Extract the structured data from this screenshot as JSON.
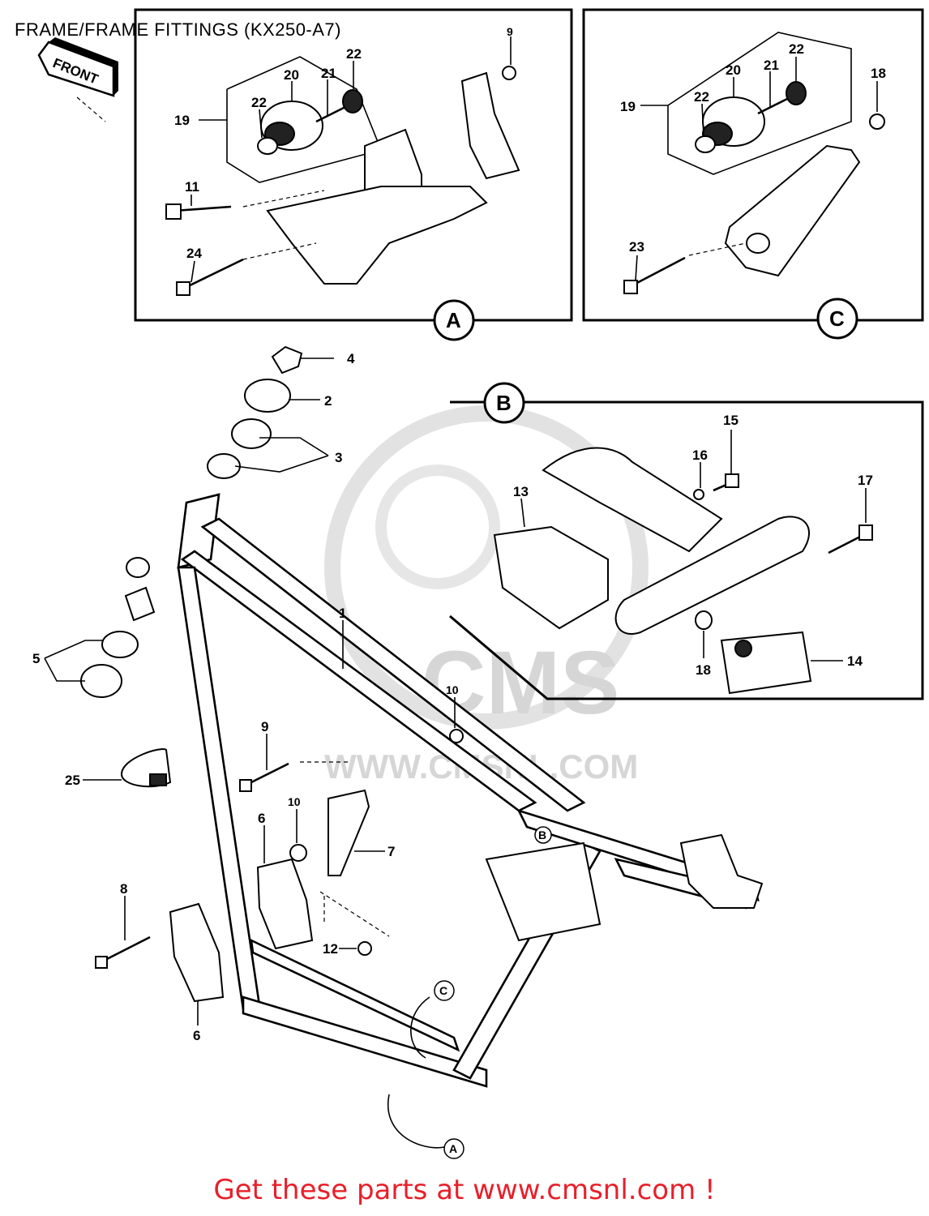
{
  "header": {
    "title": "FRAME/FRAME FITTINGS (KX250-A7)"
  },
  "front_badge": {
    "label": "FRONT"
  },
  "insets": {
    "a": {
      "letter": "A"
    },
    "b": {
      "letter": "B"
    },
    "c": {
      "letter": "C"
    }
  },
  "callouts": {
    "inset_a": [
      "19",
      "20",
      "21",
      "22",
      "22",
      "11",
      "24",
      "9"
    ],
    "inset_c": [
      "19",
      "20",
      "21",
      "22",
      "22",
      "18",
      "23"
    ],
    "inset_b": [
      "15",
      "16",
      "13",
      "17",
      "18",
      "14"
    ],
    "main": [
      "4",
      "2",
      "3",
      "1",
      "5",
      "10",
      "9",
      "25",
      "10",
      "6",
      "7",
      "8",
      "12",
      "6"
    ],
    "frame_refs": [
      "B",
      "C",
      "A"
    ]
  },
  "watermark": {
    "logo_text": "CMS",
    "url_text": "WWW.CMSNL.COM"
  },
  "footer": {
    "text": "Get these parts at www.cmsnl.com !"
  }
}
